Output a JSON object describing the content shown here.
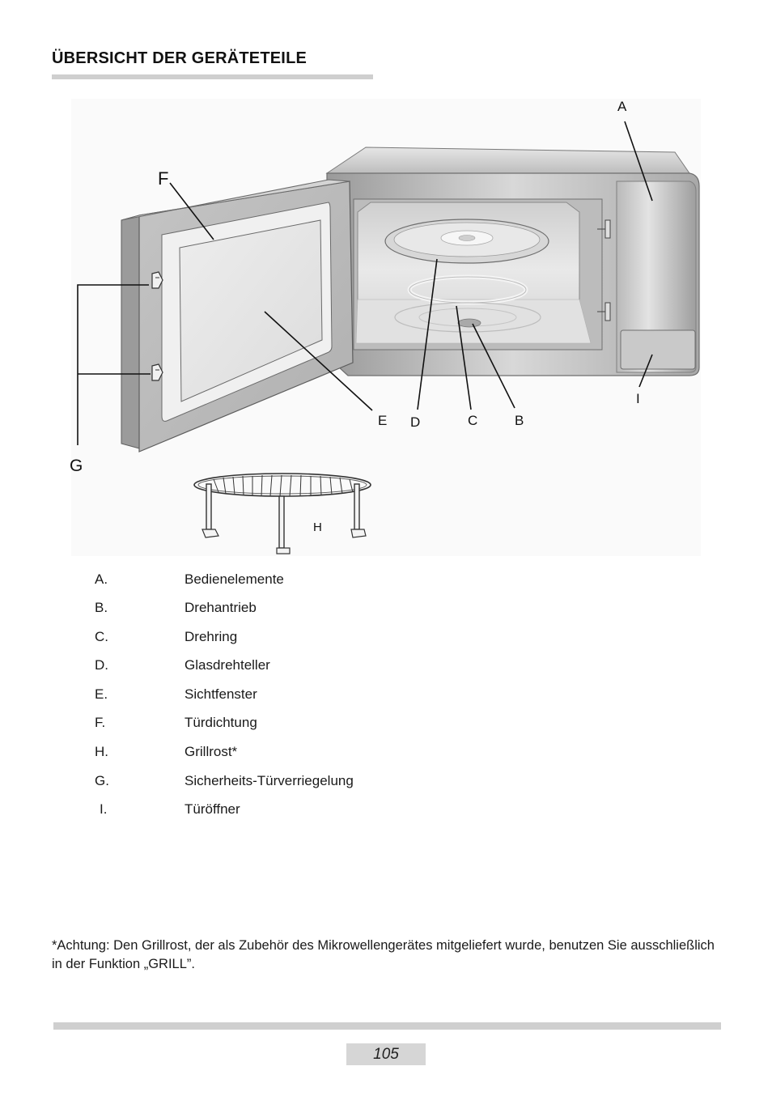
{
  "header": {
    "title": "ÜBERSICHT DER GERÄTETEILE"
  },
  "diagram": {
    "labels": {
      "a": "A",
      "b": "B",
      "c": "C",
      "d": "D",
      "e": "E",
      "f": "F",
      "g": "G",
      "h": "H",
      "i": "I"
    }
  },
  "legend": [
    {
      "letter": "A.",
      "text": "Bedienelemente"
    },
    {
      "letter": "B.",
      "text": "Drehantrieb"
    },
    {
      "letter": "C.",
      "text": "Drehring"
    },
    {
      "letter": "D.",
      "text": "Glasdrehteller"
    },
    {
      "letter": "E.",
      "text": "Sichtfenster"
    },
    {
      "letter": "F.",
      "text": "Türdichtung"
    },
    {
      "letter": "H.",
      "text": "Grillrost*"
    },
    {
      "letter": "G.",
      "text": "Sicherheits-Türverriegelung"
    },
    {
      "letter": "I.",
      "text": "Türöffner"
    }
  ],
  "note": {
    "text": "*Achtung: Den Grillrost, der als Zubehör des Mikrowellengerätes mitgeliefert wurde, benutzen Sie ausschließlich in der Funktion „GRILL”."
  },
  "footer": {
    "page_number": "105"
  }
}
